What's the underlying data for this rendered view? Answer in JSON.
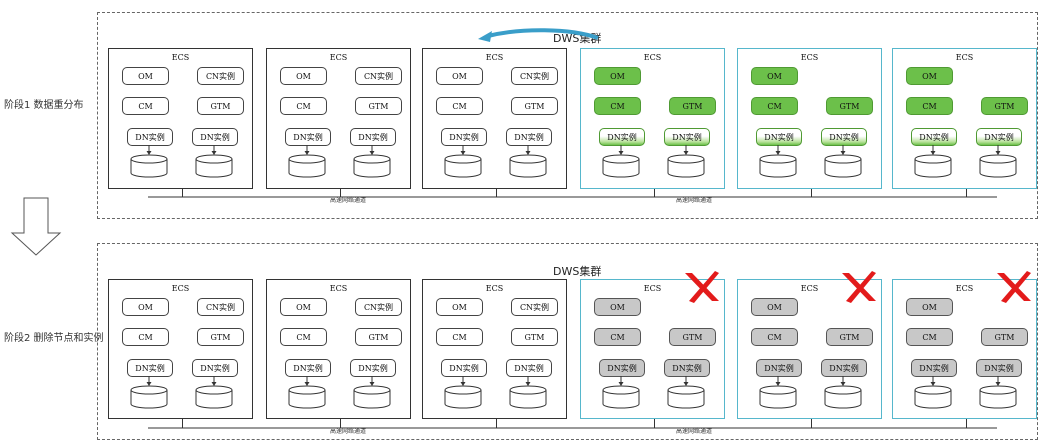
{
  "stages": [
    {
      "label": "阶段1 数据重分布",
      "cluster_title": "DWS集群",
      "network_label": "高速网络通道",
      "ecs_title": "ECS",
      "components": {
        "om": "OM",
        "cn": "CN实例",
        "cm": "CM",
        "gtm": "GTM",
        "dn": "DN实例",
        "evs": "EVS"
      },
      "new_node_color": "#6cc04a"
    },
    {
      "label": "阶段2 删除节点和实例",
      "cluster_title": "DWS集群",
      "network_label": "高速网络通道",
      "ecs_title": "ECS",
      "components": {
        "om": "OM",
        "cn": "CN实例",
        "cm": "CM",
        "gtm": "GTM",
        "dn": "DN实例",
        "evs": "EVS"
      },
      "removed_node_color": "#c8c8c8"
    }
  ],
  "colors": {
    "new_border": "#56b7cc",
    "arrow": "#3a9ec9",
    "delete_mark": "#e31b1b"
  }
}
